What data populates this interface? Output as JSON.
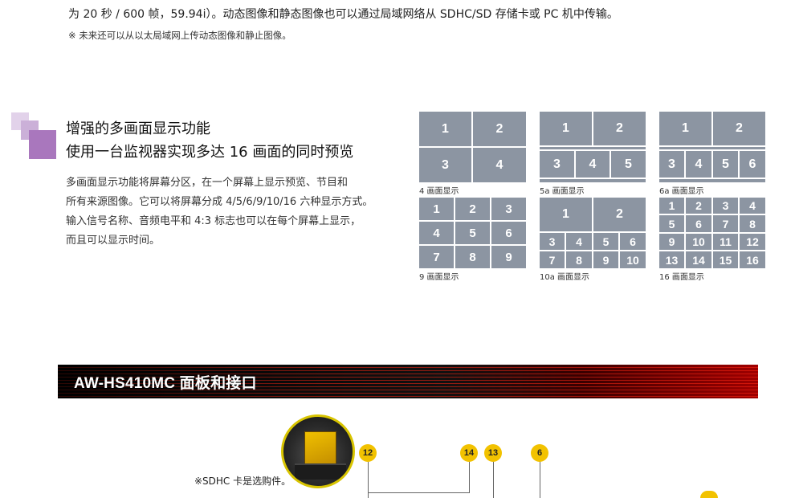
{
  "top": {
    "line1": "为 20 秒 / 600 帧，59.94i）。动态图像和静态图像也可以通过局域网络从 SDHC/SD 存储卡或 PC 机中传输。",
    "note1": "※ 未来还可以从以太局域网上传动态图像和静止图像。"
  },
  "section": {
    "heading_line1": "增强的多画面显示功能",
    "heading_line2": "使用一台监视器实现多达 16 画面的同时预览",
    "para_lines": [
      "多画面显示功能将屏幕分区，在一个屏幕上显示预览、节目和",
      "所有来源图像。它可以将屏幕分成 4/5/6/9/10/16 六种显示方式。",
      "输入信号名称、音频电平和 4:3  标志也可以在每个屏幕上显示，",
      "而且可以显示时间。"
    ]
  },
  "diagrams": {
    "cap4": "4 画面显示",
    "cap5a": "5a 画面显示",
    "cap6a": "6a 画面显示",
    "cap9": "9 画面显示",
    "cap10a": "10a 画面显示",
    "cap16": "16 画面显示",
    "n": [
      "1",
      "2",
      "3",
      "4",
      "5",
      "6",
      "7",
      "8",
      "9",
      "10",
      "11",
      "12",
      "13",
      "14",
      "15",
      "16"
    ]
  },
  "band": {
    "title": "AW-HS410MC 面板和接口"
  },
  "bottom": {
    "sd_note": "※SDHC 卡是选购件。",
    "badges": [
      "12",
      "14",
      "13",
      "6"
    ]
  },
  "colors": {
    "cell": "#8c95a2",
    "badge": "#f2c200",
    "accent": "#a977bd"
  }
}
